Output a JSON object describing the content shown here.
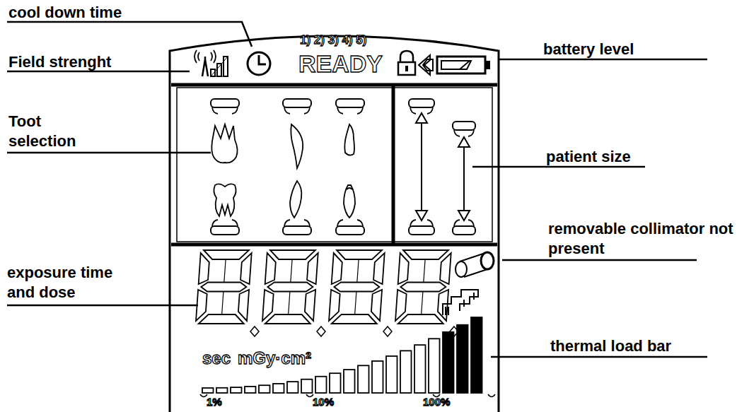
{
  "diagram": {
    "labels": [
      "cool down time",
      "Field strenght",
      "Toot selection",
      "exposure time and dose",
      "battery level",
      "patient size",
      "removable collimator not present",
      "thermal load bar",
      "1) 2) 3) 4) 5)",
      "READY",
      "sec",
      "mGy·cm²",
      "1%",
      "10%",
      "100%"
    ]
  }
}
